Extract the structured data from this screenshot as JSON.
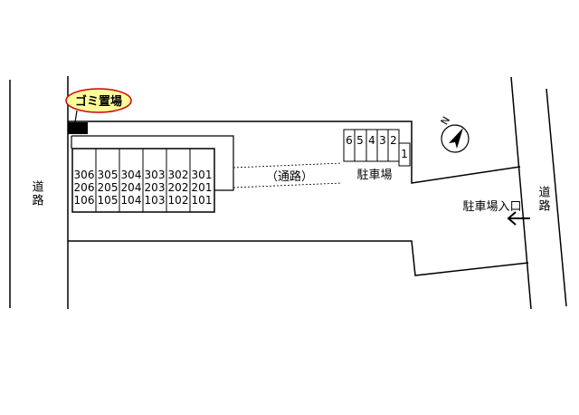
{
  "labels": {
    "garbage": "ゴミ置場",
    "road_left": "道路",
    "road_right": "道路",
    "passage": "（通路）",
    "parking": "駐車場",
    "entrance": "駐車場入口",
    "compass_n": "N"
  },
  "units": [
    [
      "306",
      "206",
      "106"
    ],
    [
      "305",
      "205",
      "105"
    ],
    [
      "304",
      "204",
      "104"
    ],
    [
      "303",
      "203",
      "103"
    ],
    [
      "302",
      "202",
      "102"
    ],
    [
      "301",
      "201",
      "101"
    ]
  ],
  "parking_spaces": [
    "6",
    "5",
    "4",
    "3",
    "2",
    "1"
  ],
  "colors": {
    "line": "#000000",
    "garbage_fill": "#ffff99",
    "garbage_stroke": "#d00000"
  },
  "icons": {
    "compass": "north-arrow-icon",
    "entrance_arrow": "arrow-left-icon"
  }
}
